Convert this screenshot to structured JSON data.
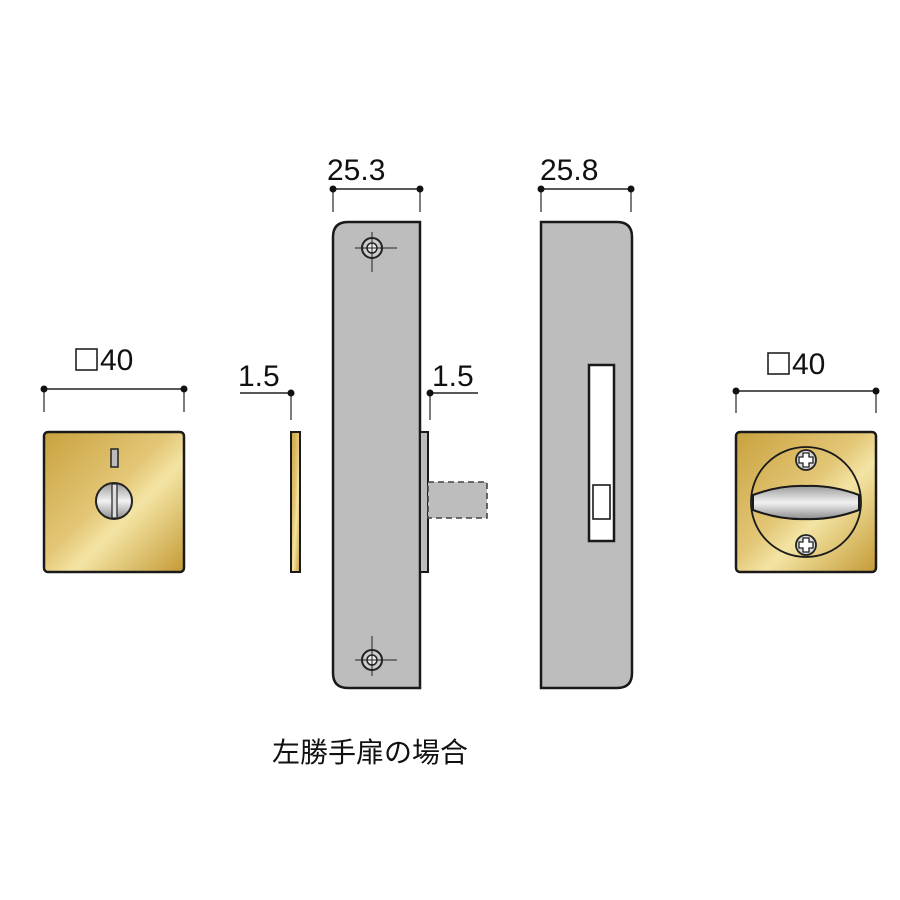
{
  "dimensions": {
    "left_plate_size": "40",
    "spacer_thickness": "1.5",
    "left_case_width": "25.3",
    "strike_thickness": "1.5",
    "right_case_width": "25.8",
    "right_plate_size": "40"
  },
  "caption": "左勝手扉の場合",
  "colors": {
    "brass": "#d9b659",
    "case": "#bdbdbd",
    "outline": "#1a1a1a"
  }
}
